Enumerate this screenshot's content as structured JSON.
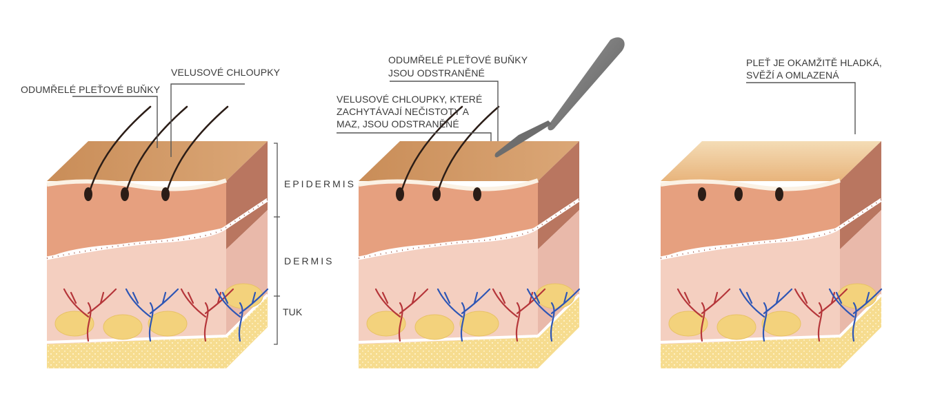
{
  "labels": {
    "p1_dead_cells": "ODUMŘELÉ PLEŤOVÉ BUŇKY",
    "p1_vellus": "VELUSOVÉ CHLOUPKY",
    "p2_dead_cells_removed_l1": "ODUMŘELÉ PLEŤOVÉ BUŇKY",
    "p2_dead_cells_removed_l2": "JSOU ODSTRANĚNÉ",
    "p2_vellus_removed_l1": "VELUSOVÉ CHLOUPKY, KTERÉ",
    "p2_vellus_removed_l2": "ZACHYTÁVAJÍ NEČISTOTY A",
    "p2_vellus_removed_l3": "MAZ, JSOU ODSTRANĚNÉ",
    "p3_result_l1": "PLEŤ JE OKAMŽITĚ HLADKÁ,",
    "p3_result_l2": "SVĚŽÍ A OMLAZENÁ"
  },
  "layers": {
    "epidermis": "EPIDERMIS",
    "dermis": "DERMIS",
    "fat": "TUK"
  },
  "colors": {
    "epidermis_top": "#d9a16a",
    "epidermis_front": "#e6a07f",
    "epidermis_side": "#b97660",
    "dermis_front": "#f4cfc0",
    "dermis_side": "#e9b9aa",
    "fat": "#f6dc8f",
    "artery": "#b5363a",
    "vein": "#2e56b5",
    "hair": "#2b1d17",
    "blade": "#7d7d7d"
  }
}
